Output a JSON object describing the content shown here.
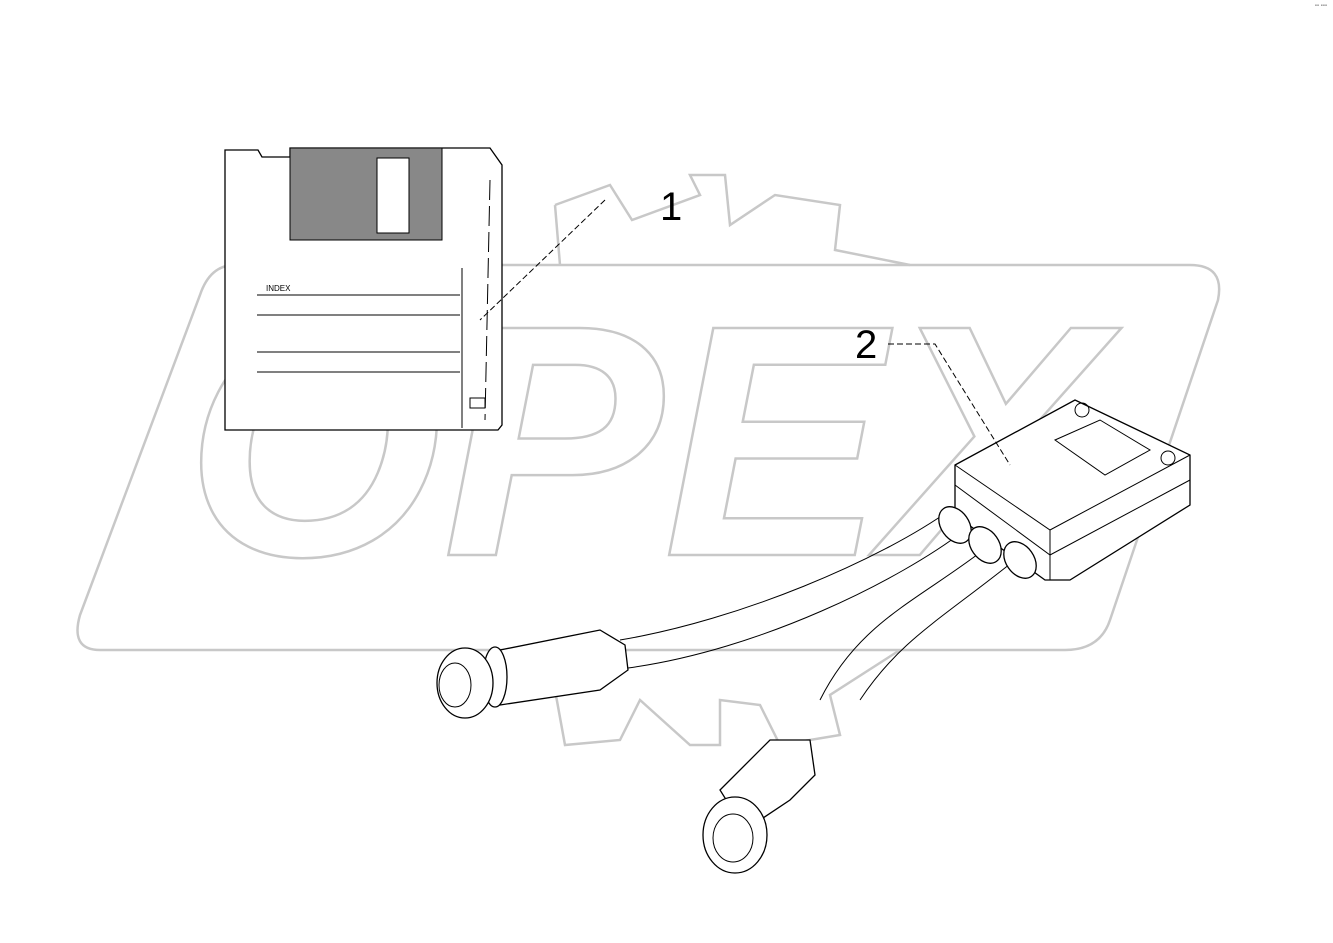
{
  "watermark": {
    "text": "OPEX",
    "color": "#c8c8c8"
  },
  "parts": [
    {
      "callout": "1",
      "item": "floppy-disk"
    },
    {
      "callout": "2",
      "item": "cable-adapter"
    }
  ],
  "floppy_label": "INDEX",
  "corner_mark": "▪▪ ▪▪▪"
}
